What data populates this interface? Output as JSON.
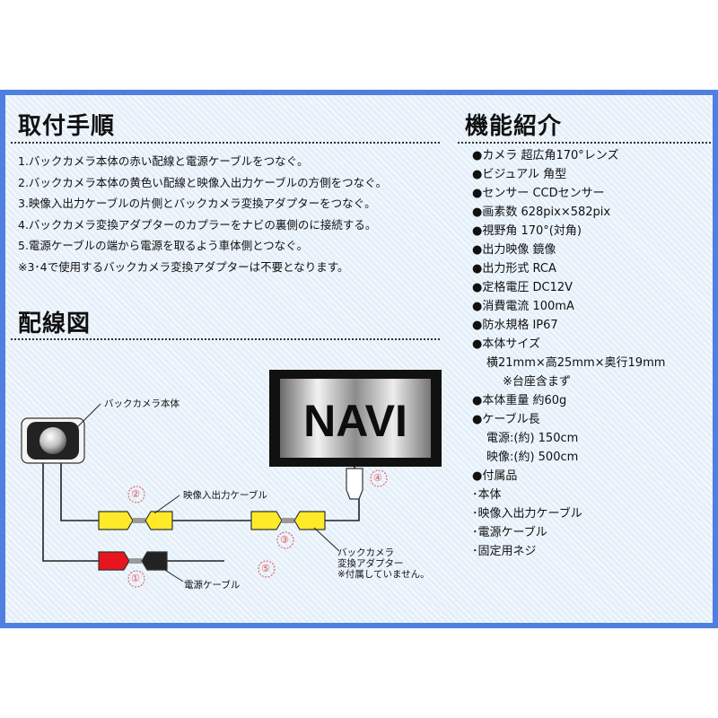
{
  "install": {
    "heading": "取付手順",
    "steps": [
      "1.バックカメラ本体の赤い配線と電源ケーブルをつなぐ。",
      "2.バックカメラ本体の黄色い配線と映像入出力ケーブルの方側をつなぐ。",
      "3.映像入出力ケーブルの片側とバックカメラ変換アダプターをつなぐ。",
      "4.バックカメラ変換アダプターのカプラーをナビの裏側のに接続する。",
      "5.電源ケーブルの端から電源を取るよう車体側とつなぐ。",
      "※3･4で使用するバックカメラ変換アダプターは不要となります。"
    ]
  },
  "features": {
    "heading": "機能紹介",
    "items": [
      {
        "text": "●カメラ 超広角170°レンズ",
        "indent": 0
      },
      {
        "text": "●ビジュアル 角型",
        "indent": 0
      },
      {
        "text": "●センサー CCDセンサー",
        "indent": 0
      },
      {
        "text": "●画素数 628pix×582pix",
        "indent": 0
      },
      {
        "text": "●視野角 170°(対角)",
        "indent": 0
      },
      {
        "text": "●出力映像 鏡像",
        "indent": 0
      },
      {
        "text": "●出力形式 RCA",
        "indent": 0
      },
      {
        "text": "●定格電圧 DC12V",
        "indent": 0
      },
      {
        "text": "●消費電流 100mA",
        "indent": 0
      },
      {
        "text": "●防水規格 IP67",
        "indent": 0
      },
      {
        "text": "●本体サイズ",
        "indent": 0
      },
      {
        "text": "横21mm×高25mm×奥行19mm",
        "indent": 1
      },
      {
        "text": "※台座含まず",
        "indent": 2
      },
      {
        "text": "●本体重量 約60g",
        "indent": 0
      },
      {
        "text": "●ケーブル長",
        "indent": 0
      },
      {
        "text": "電源:(約) 150cm",
        "indent": 1
      },
      {
        "text": "映像:(約) 500cm",
        "indent": 1
      },
      {
        "text": "●付属品",
        "indent": 0
      },
      {
        "text": "･本体",
        "indent": 0
      },
      {
        "text": "･映像入出力ケーブル",
        "indent": 0
      },
      {
        "text": "･電源ケーブル",
        "indent": 0
      },
      {
        "text": "･固定用ネジ",
        "indent": 0
      }
    ]
  },
  "wiring": {
    "heading": "配線図",
    "navi_label": "NAVI",
    "camera_label": "バックカメラ本体",
    "video_cable_label": "映像入出力ケーブル",
    "power_cable_label": "電源ケーブル",
    "adapter_label_1": "バックカメラ",
    "adapter_label_2": "変換アダプター",
    "adapter_note": "※付属していません。",
    "marker_1": "①",
    "marker_2": "②",
    "marker_3": "③",
    "marker_4": "④",
    "marker_5": "⑤"
  },
  "colors": {
    "border": "#4f7fe0",
    "connector_yellow": "#ffea2a",
    "connector_red": "#e8141e",
    "connector_black": "#222222",
    "marker": "#e05050"
  }
}
